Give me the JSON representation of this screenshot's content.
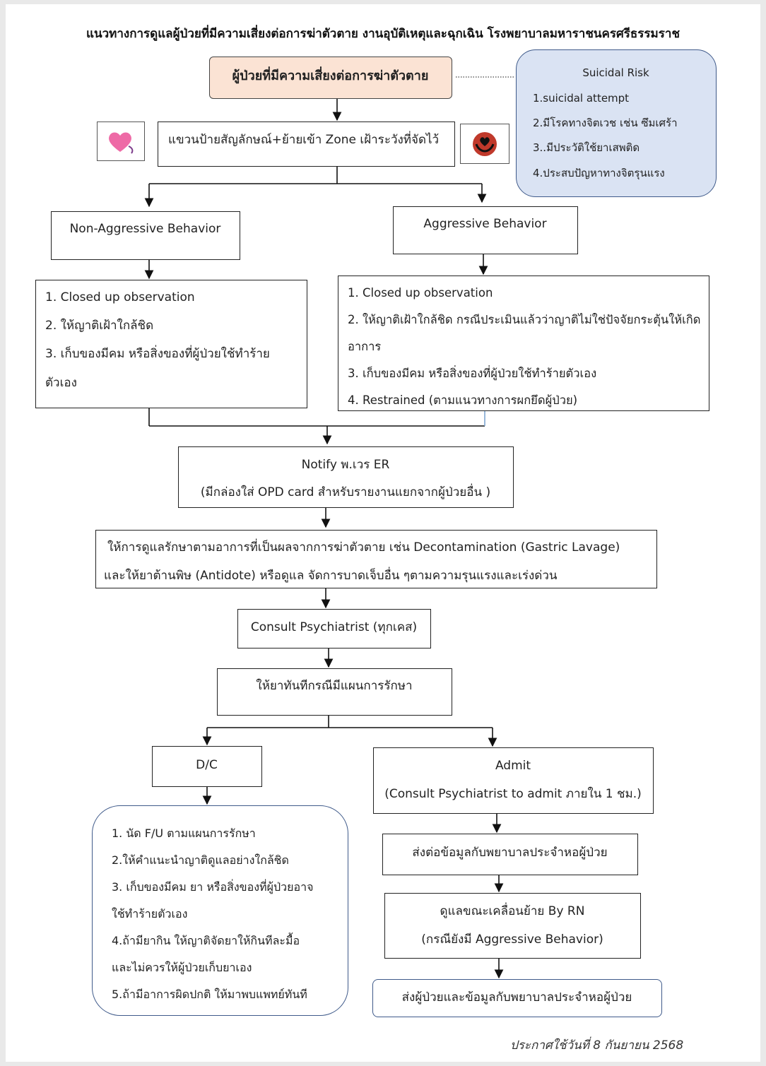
{
  "title": "แนวทางการดูแลผู้ป่วยที่มีความเสี่ยงต่อการฆ่าตัวตาย งานอุบัติเหตุและฉุกเฉิน โรงพยาบาลมหาราชนครศรีธรรมราช",
  "start": "ผู้ป่วยที่มีความเสี่ยงต่อการฆ่าตัวตาย",
  "suicidal_risk": {
    "heading": "Suicidal Risk",
    "items": [
      "1.suicidal attempt",
      "2.มีโรคทางจิตเวช เช่น ซึมเศร้า",
      "3..มีประวัติใช้ยาเสพติด",
      "4.ประสบปัญหาทางจิตรุนแรง"
    ]
  },
  "sign_step": "แขวนป้ายสัญลักษณ์+ย้ายเข้า Zone เฝ้าระวังที่จัดไว้",
  "icons": {
    "left": "pink-heart-icon",
    "right": "helping-hands-heart-icon"
  },
  "non_aggressive": {
    "label": "Non-Aggressive Behavior",
    "lines": [
      "1. Closed up observation",
      "2. ให้ญาติเฝ้าใกล้ชิด",
      "3. เก็บของมีคม หรือสิ่งของที่ผู้ป่วยใช้ทำร้าย",
      "ตัวเอง"
    ]
  },
  "aggressive": {
    "label": "Aggressive Behavior",
    "lines": [
      "1. Closed up observation",
      "2. ให้ญาติเฝ้าใกล้ชิด กรณีประเมินแล้วว่าญาติไม่ใช่ปัจจัยกระตุ้นให้เกิด",
      "อาการ",
      "3. เก็บของมีคม หรือสิ่งของที่ผู้ป่วยใช้ทำร้ายตัวเอง",
      "4. Restrained (ตามแนวทางการผกยึดผู้ป่วย)"
    ]
  },
  "notify": {
    "line1": "Notify พ.เวร ER",
    "line2": "(มีกล่องใส่ OPD card สำหรับรายงานแยกจากผู้ป่วยอื่น )"
  },
  "treatment": {
    "line1": "ให้การดูแลรักษาตามอาการที่เป็นผลจากการฆ่าตัวตาย เช่น Decontamination (Gastric Lavage)",
    "line2": "และให้ยาต้านพิษ (Antidote) หรือดูแล จัดการบาดเจ็บอื่น ๆตามความรุนแรงและเร่งด่วน"
  },
  "consult": "Consult Psychiatrist (ทุกเคส)",
  "medicate": "ให้ยาทันทีกรณีมีแผนการรักษา",
  "dc": {
    "label": "D/C",
    "lines": [
      "1. นัด F/U ตามแผนการรักษา",
      "2.ให้คำแนะนำญาติดูแลอย่างใกล้ชิด",
      "3. เก็บของมีคม ยา หรือสิ่งของที่ผู้ป่วยอาจ",
      "ใช้ทำร้ายตัวเอง",
      "4.ถ้ามียากิน ให้ญาติจัดยาให้กินทีละมื้อ",
      "และไม่ควรให้ผู้ป่วยเก็บยาเอง",
      "5.ถ้ามีอาการผิดปกติ ให้มาพบแพทย์ทันที"
    ]
  },
  "admit": {
    "label": "Admit",
    "sub": "(Consult Psychiatrist to admit ภายใน 1 ชม.)",
    "handoff": "ส่งต่อข้อมูลกับพยาบาลประจำหอผู้ป่วย",
    "transfer1": "ดูแลขณะเคลื่อนย้าย By RN",
    "transfer2": "(กรณียังมี Aggressive Behavior)",
    "final": "ส่งผู้ป่วยและข้อมูลกับพยาบาลประจำหอผู้ป่วย"
  },
  "footer": "ประกาศใช้วันที่ 8 กันยายน 2568",
  "colors": {
    "start_fill": "#fbe3d4",
    "risk_fill": "#dae3f3",
    "risk_border": "#3f5a8a",
    "heart_pink": "#ee6aa6",
    "hands_red": "#c0392b"
  }
}
